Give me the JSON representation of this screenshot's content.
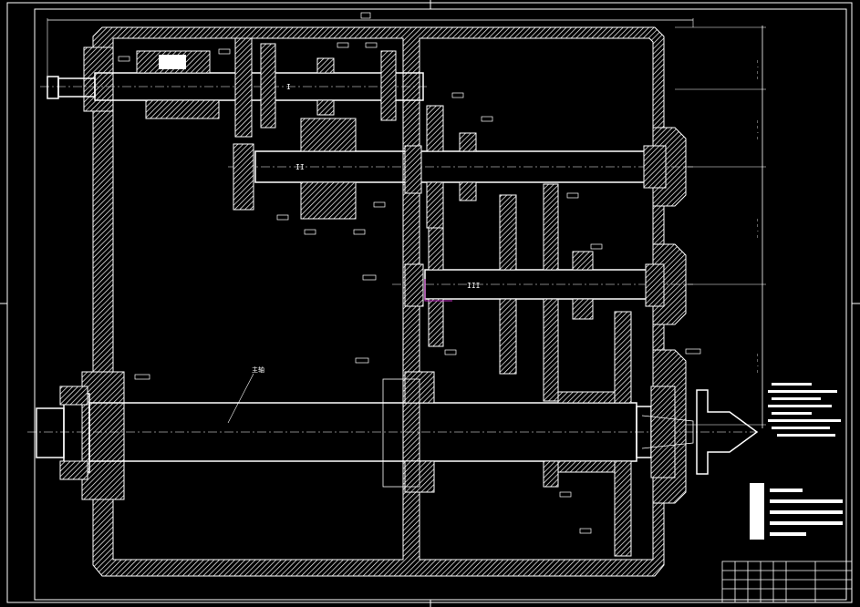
{
  "drawing": {
    "main_spindle_label": "主轴",
    "shafts": [
      {
        "id": "I",
        "label": "I"
      },
      {
        "id": "II",
        "label": "II"
      },
      {
        "id": "III",
        "label": "III"
      }
    ],
    "colors": {
      "background": "#000000",
      "line": "#ffffff",
      "marker": "#cc33cc"
    }
  }
}
